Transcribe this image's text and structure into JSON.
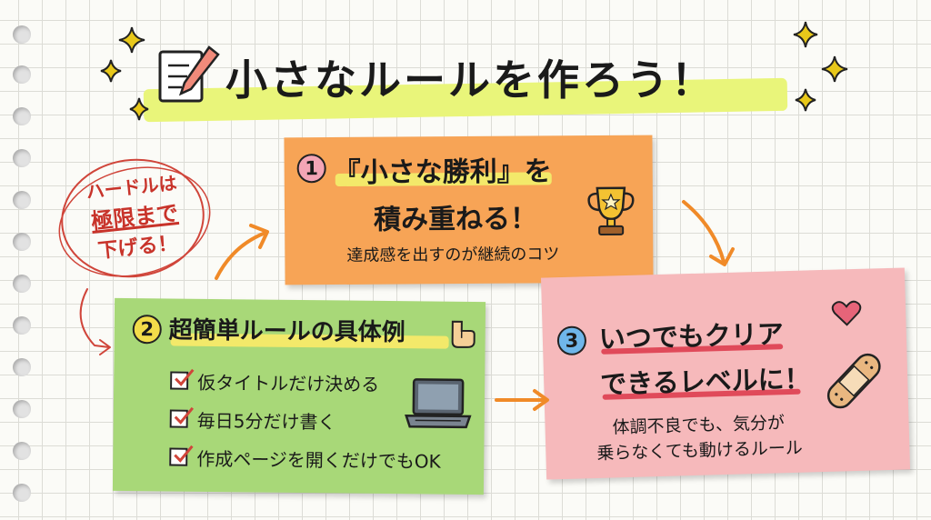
{
  "title": "小さなルールを作ろう！",
  "hurdle": {
    "line1": "ハードルは",
    "line2": "極限まで",
    "line3": "下げる！"
  },
  "step1": {
    "number": "1",
    "title_line1": "『小さな勝利』を",
    "title_line2": "積み重ねる！",
    "subtitle": "達成感を出すのが継続のコツ"
  },
  "step2": {
    "number": "2",
    "title": "超簡単ルールの具体例",
    "items": [
      "仮タイトルだけ決める",
      "毎日5分だけ書く",
      "作成ページを開くだけでもOK"
    ]
  },
  "step3": {
    "number": "3",
    "title_line1": "いつでもクリア",
    "title_line2": "できるレベルに！",
    "subtitle_line1": "体調不良でも、気分が",
    "subtitle_line2": "乗らなくても動けるルール"
  },
  "colors": {
    "orange_note": "#f7a456",
    "green_note": "#a8d878",
    "pink_note": "#f6b9bb",
    "highlight": "#e9f57a",
    "accent_red": "#c8332a",
    "arrow": "#f08a28",
    "sparkle": "#e8c81a"
  },
  "icons": [
    "notepad-pencil-icon",
    "sparkle-icon",
    "trophy-icon",
    "pointing-hand-icon",
    "laptop-icon",
    "heart-icon",
    "bandage-icon",
    "arrow-icon",
    "checkbox-icon"
  ]
}
